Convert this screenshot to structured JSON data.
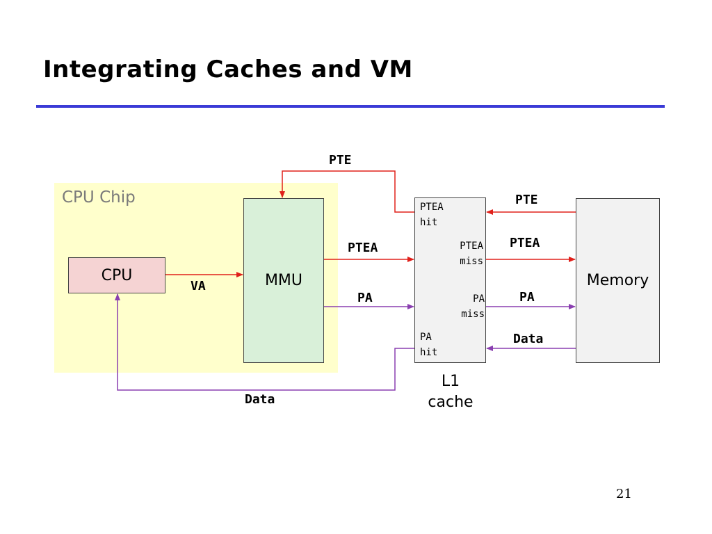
{
  "slide": {
    "title": "Integrating Caches and VM",
    "page_number": "21"
  },
  "chip": {
    "label": "CPU Chip"
  },
  "boxes": {
    "cpu": "CPU",
    "mmu": "MMU",
    "memory": "Memory",
    "l1_caption": [
      "L1",
      "cache"
    ]
  },
  "l1_internal": {
    "ptea_hit": [
      "PTEA",
      "hit"
    ],
    "ptea_miss": [
      "PTEA",
      "miss"
    ],
    "pa_miss": [
      "PA",
      "miss"
    ],
    "pa_hit": [
      "PA",
      "hit"
    ]
  },
  "arrow_labels": {
    "va": "VA",
    "pte_top": "PTE",
    "ptea_mmu_l1": "PTEA",
    "pa_mmu_l1": "PA",
    "data_bottom": "Data",
    "pte_mem_l1": "PTE",
    "ptea_l1_mem": "PTEA",
    "pa_l1_mem": "PA",
    "data_mem_l1": "Data"
  },
  "colors": {
    "address_arrow": "#e0201a",
    "data_arrow": "#8a3fb0",
    "title_rule": "#3a3ad6",
    "chip_background": "#ffffcc"
  }
}
